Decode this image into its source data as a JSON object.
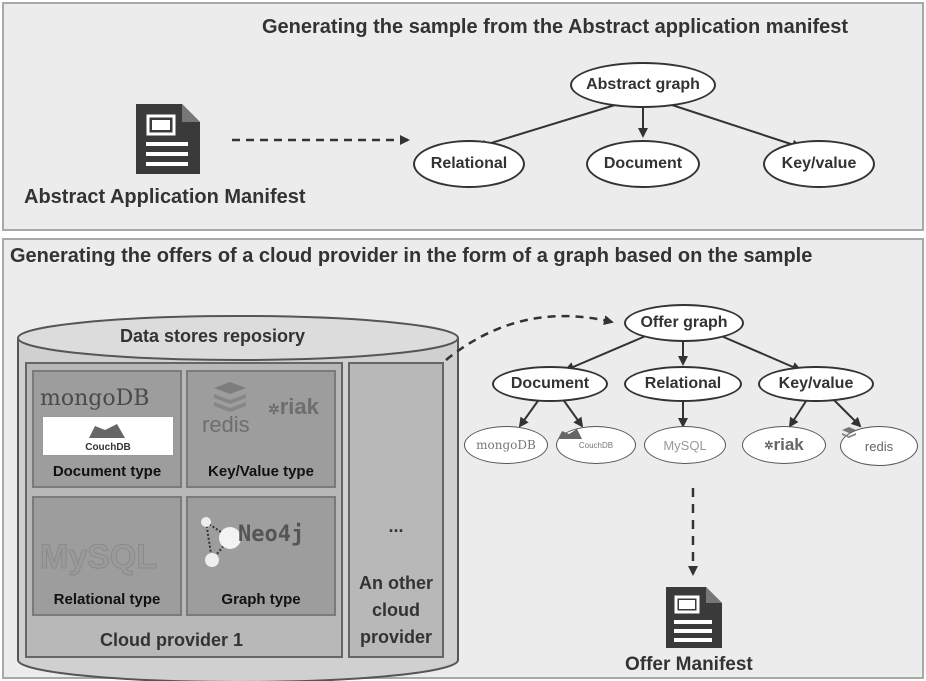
{
  "top_section": {
    "title": "Generating the sample from the Abstract application manifest",
    "manifest_label": "Abstract Application Manifest",
    "graph_root": "Abstract graph",
    "graph_children": [
      "Relational",
      "Document",
      "Key/value"
    ]
  },
  "bottom_section": {
    "title": "Generating the offers of a cloud provider in the form of a graph based on the sample",
    "repository": {
      "title": "Data stores reposiory",
      "provider1": {
        "label": "Cloud provider 1",
        "cells": [
          {
            "label": "Document type",
            "logos": [
              "mongoDB",
              "CouchDB"
            ]
          },
          {
            "label": "Key/Value type",
            "logos": [
              "redis",
              "riak"
            ]
          },
          {
            "label": "Relational type",
            "logos": [
              "MySQL"
            ]
          },
          {
            "label": "Graph type",
            "logos": [
              "Neo4j"
            ]
          }
        ]
      },
      "other_provider": {
        "ellipsis": "...",
        "label_lines": [
          "An other",
          "cloud",
          "provider"
        ]
      }
    },
    "offer_graph": {
      "root": "Offer graph",
      "categories": [
        "Document",
        "Relational",
        "Key/value"
      ],
      "leaves": [
        "mongoDB",
        "CouchDB",
        "MySQL",
        "riak",
        "redis"
      ]
    },
    "offer_manifest_label": "Offer Manifest"
  },
  "colors": {
    "panel_bg": "#ececec",
    "cell_bg": "#9d9d9d",
    "repository_bg": "#d0d0d0",
    "stroke": "#333333"
  },
  "icons": [
    "document-icon"
  ]
}
